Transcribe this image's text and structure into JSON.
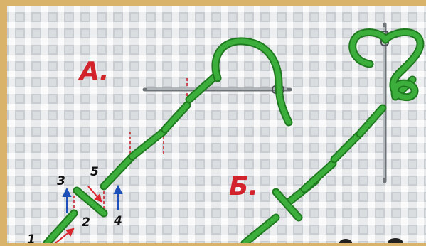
{
  "labels": {
    "a": "А.",
    "b": "Б."
  },
  "steps": [
    "1",
    "2",
    "3",
    "4",
    "5"
  ],
  "colors": {
    "thread": "#3cae3c",
    "thread_dark": "#1f7a1f",
    "label_red": "#d2232a",
    "arrow_red": "#d8262c",
    "arrow_blue": "#1d4fb8",
    "dash_red": "#c8282f",
    "fabric": "#f1f2f3",
    "fabric_shadow": "#d9dcdf",
    "frame": "#d9b36a"
  }
}
